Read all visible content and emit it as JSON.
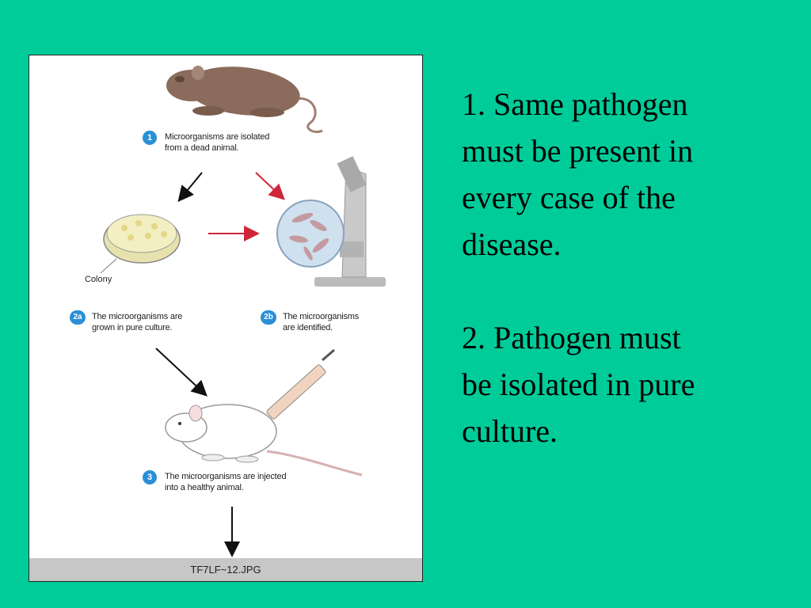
{
  "figure": {
    "steps": [
      {
        "badge": "1",
        "text": "Microorganisms are isolated\nfrom a dead animal."
      },
      {
        "badge": "2a",
        "text": "The microorganisms are\ngrown in pure culture."
      },
      {
        "badge": "2b",
        "text": "The microorganisms\nare identified."
      },
      {
        "badge": "3",
        "text": "The microorganisms are injected\ninto a healthy animal."
      }
    ],
    "colony_label": "Colony",
    "file_name": "TF7LF~12.JPG",
    "colors": {
      "badge": "#2a8fd6",
      "black_arrow": "#111111",
      "red_arrow": "#d0263a",
      "bar": "#c7c7c7"
    }
  },
  "points": [
    "1.  Same pathogen\nmust be present in\nevery case of the\ndisease.",
    "2.  Pathogen must\nbe isolated in pure\nculture."
  ],
  "slide_background": "#00cc99"
}
